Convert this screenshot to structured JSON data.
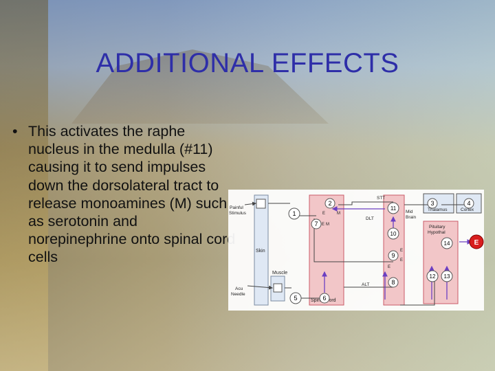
{
  "slide": {
    "title": "ADDITIONAL EFFECTS",
    "bullet_marker": "•",
    "bullet_text": "This activates the raphe nucleus in the medulla (#11) causing it to send impulses down the dorsolateral tract to release monoamines (M) such as serotonin and norepinephrine onto spinal cord cells"
  },
  "diagram": {
    "painful_stimulus_1": "Painful",
    "painful_stimulus_2": "Stimulus",
    "acu_needle_1": "Acu",
    "acu_needle_2": "Needle",
    "skin": "Skin",
    "muscle": "Muscle",
    "spinal_cord": "Spinal Cord",
    "stt": "STT",
    "dlt": "DLT",
    "alt": "ALT",
    "mid_brain_1": "Mid",
    "mid_brain_2": "Brain",
    "thalamus": "Thalamus",
    "cortex": "Cortex",
    "pituitary_1": "Pituitary",
    "pituitary_2": "Hypothal",
    "n1": "1",
    "n2": "2",
    "n3": "3",
    "n4": "4",
    "n5": "5",
    "n6": "6",
    "n7": "7",
    "n8": "8",
    "n9": "9",
    "n10": "10",
    "n11": "11",
    "n12": "12",
    "n13": "13",
    "n14": "14",
    "e_label": "E",
    "m_label": "M",
    "e_output": "E",
    "colors": {
      "node_fill": "#f2c6c8",
      "node_stroke": "#c95a67",
      "box_fill": "#dfe8f4",
      "arrow": "#6b3fc2",
      "wire": "#444444",
      "red_e": "#d81e1e"
    }
  }
}
